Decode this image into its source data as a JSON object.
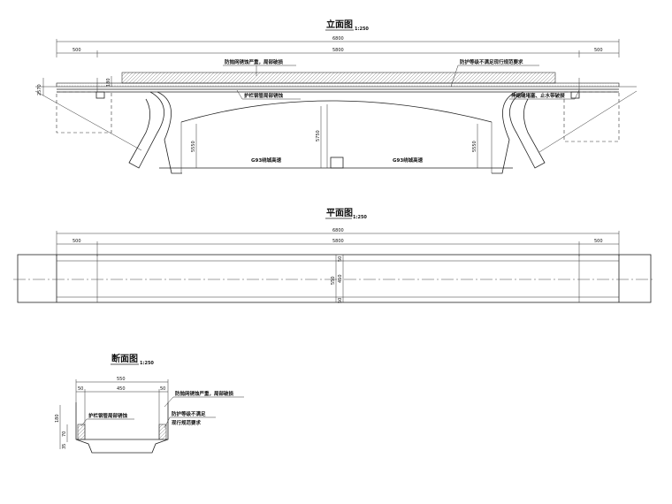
{
  "elevation": {
    "title": "立面图",
    "scale": "1:250",
    "dims": {
      "total": "6800",
      "left": "500",
      "mid": "5800",
      "right": "500"
    },
    "notes": {
      "net": "防抛网锈蚀严重，局部破损",
      "guard": "防护等级不满足现行规范要求",
      "rail": "护栏钢管局部锈蚀",
      "joint": "伸缩缝堵塞、止水带破损"
    },
    "vert_dims": {
      "left_total": "2570",
      "left_top": "180",
      "clear_left": "5550",
      "clear_mid": "5750",
      "clear_right": "5550"
    },
    "roads": {
      "left": "G93绕城高速",
      "right": "G93绕城高速"
    }
  },
  "plan": {
    "title": "平面图",
    "scale": "1:250",
    "dims": {
      "total": "6800",
      "left": "500",
      "mid": "5800",
      "right": "500"
    },
    "width_dims": {
      "outer": "550",
      "inner": "450",
      "edge_top": "50",
      "edge_bot": "50"
    }
  },
  "section": {
    "title": "断面图",
    "scale": "1:250",
    "dims": {
      "total": "550",
      "left": "50",
      "mid": "450",
      "right": "50"
    },
    "vert_dims": {
      "total": "180",
      "upper": "70",
      "lower": "35"
    },
    "notes": {
      "net": "防抛网锈蚀严重，局部破损",
      "rail": "护栏钢管局部锈蚀",
      "guard1": "防护等级不满足",
      "guard2": "现行规范要求"
    }
  }
}
